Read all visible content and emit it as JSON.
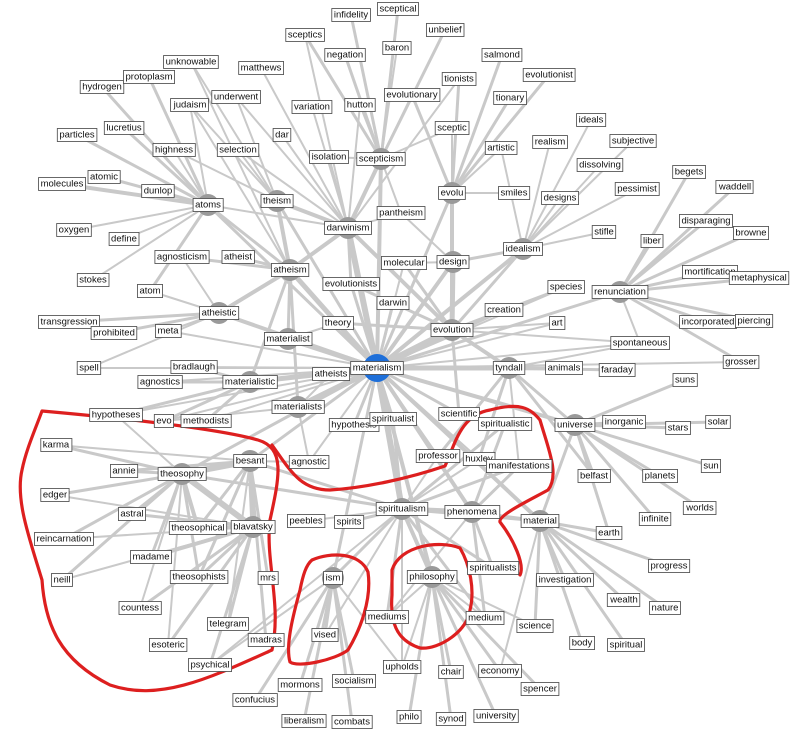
{
  "network": {
    "focus": "materialism",
    "colors": {
      "focus_node": "#1e6fd9",
      "hub_node": "#9a9a9a",
      "edge": "#c9c9c9",
      "outline": "#dd1f1f"
    },
    "nodes": {
      "materialism": "materialism",
      "evolution": "evolution",
      "darwinism": "darwinism",
      "atheism": "atheism",
      "atoms": "atoms",
      "theism": "theism",
      "scepticism": "scepticism",
      "evolu": "evolu",
      "design": "design",
      "idealism": "idealism",
      "renunciation": "renunciation",
      "tyndall": "tyndall",
      "universe": "universe",
      "atheistic": "atheistic",
      "materialistic": "materialistic",
      "materialists": "materialists",
      "materialist": "materialist",
      "spiritualism": "spiritualism",
      "phenomena": "phenomena",
      "material": "material",
      "philosophy": "philosophy",
      "ism": "ism",
      "theosophy": "theosophy",
      "besant": "besant",
      "blavatsky": "blavatsky",
      "infidelity": "infidelity",
      "sceptical": "sceptical",
      "sceptics": "sceptics",
      "negation": "negation",
      "baron": "baron",
      "unbelief": "unbelief",
      "salmond": "salmond",
      "tionists": "tionists",
      "evolutionist": "evolutionist",
      "unknowable": "unknowable",
      "matthews": "matthews",
      "hydrogen": "hydrogen",
      "protoplasm": "protoplasm",
      "judaism": "judaism",
      "underwent": "underwent",
      "variation": "variation",
      "hutton": "hutton",
      "evolutionary": "evolutionary",
      "tionary": "tionary",
      "ideals": "ideals",
      "sceptic": "sceptic",
      "particles": "particles",
      "lucretius": "lucretius",
      "dar": "dar",
      "realism": "realism",
      "subjective": "subjective",
      "highness": "highness",
      "selection": "selection",
      "isolation": "isolation",
      "artistic": "artistic",
      "dissolving": "dissolving",
      "atomic": "atomic",
      "molecules": "molecules",
      "dunlop": "dunlop",
      "begets": "begets",
      "smiles": "smiles",
      "designs": "designs",
      "pessimist": "pessimist",
      "waddell": "waddell",
      "pantheism": "pantheism",
      "oxygen": "oxygen",
      "define": "define",
      "stifle": "stifle",
      "liber": "liber",
      "disparaging": "disparaging",
      "browne": "browne",
      "agnosticism": "agnosticism",
      "atheist": "atheist",
      "molecular": "molecular",
      "mortification": "mortification",
      "metaphysical": "metaphysical",
      "stokes": "stokes",
      "evolutionists": "evolutionists",
      "species": "species",
      "atom": "atom",
      "darwin": "darwin",
      "creation": "creation",
      "incorporated": "incorporated",
      "piercing": "piercing",
      "transgression": "transgression",
      "prohibited": "prohibited",
      "meta": "meta",
      "theory": "theory",
      "art": "art",
      "spontaneous": "spontaneous",
      "grosser": "grosser",
      "spell": "spell",
      "bradlaugh": "bradlaugh",
      "agnostics": "agnostics",
      "atheists": "atheists",
      "animals": "animals",
      "faraday": "faraday",
      "suns": "suns",
      "hypotheses": "hypotheses",
      "evo": "evo",
      "methodists": "methodists",
      "hypothesis": "hypothesis",
      "spiritualist": "spiritualist",
      "scientific": "scientific",
      "spiritualistic": "spiritualistic",
      "inorganic": "inorganic",
      "stars": "stars",
      "solar": "solar",
      "karma": "karma",
      "professor": "professor",
      "huxley": "huxley",
      "agnostic": "agnostic",
      "manifestations": "manifestations",
      "annie": "annie",
      "sun": "sun",
      "belfast": "belfast",
      "planets": "planets",
      "edger": "edger",
      "astral": "astral",
      "worlds": "worlds",
      "peebles": "peebles",
      "spirits": "spirits",
      "infinite": "infinite",
      "theosophical": "theosophical",
      "earth": "earth",
      "reincarnation": "reincarnation",
      "madame": "madame",
      "spiritualists": "spiritualists",
      "progress": "progress",
      "neill": "neill",
      "theosophists": "theosophists",
      "mrs": "mrs",
      "investigation": "investigation",
      "wealth": "wealth",
      "countess": "countess",
      "nature": "nature",
      "mediums": "mediums",
      "telegram": "telegram",
      "medium": "medium",
      "science": "science",
      "esoteric": "esoteric",
      "madras": "madras",
      "vised": "vised",
      "body": "body",
      "spiritual": "spiritual",
      "psychical": "psychical",
      "upholds": "upholds",
      "chair": "chair",
      "economy": "economy",
      "mormons": "mormons",
      "socialism": "socialism",
      "spencer": "spencer",
      "confucius": "confucius",
      "liberalism": "liberalism",
      "combats": "combats",
      "philo": "philo",
      "synod": "synod",
      "university": "university"
    }
  }
}
